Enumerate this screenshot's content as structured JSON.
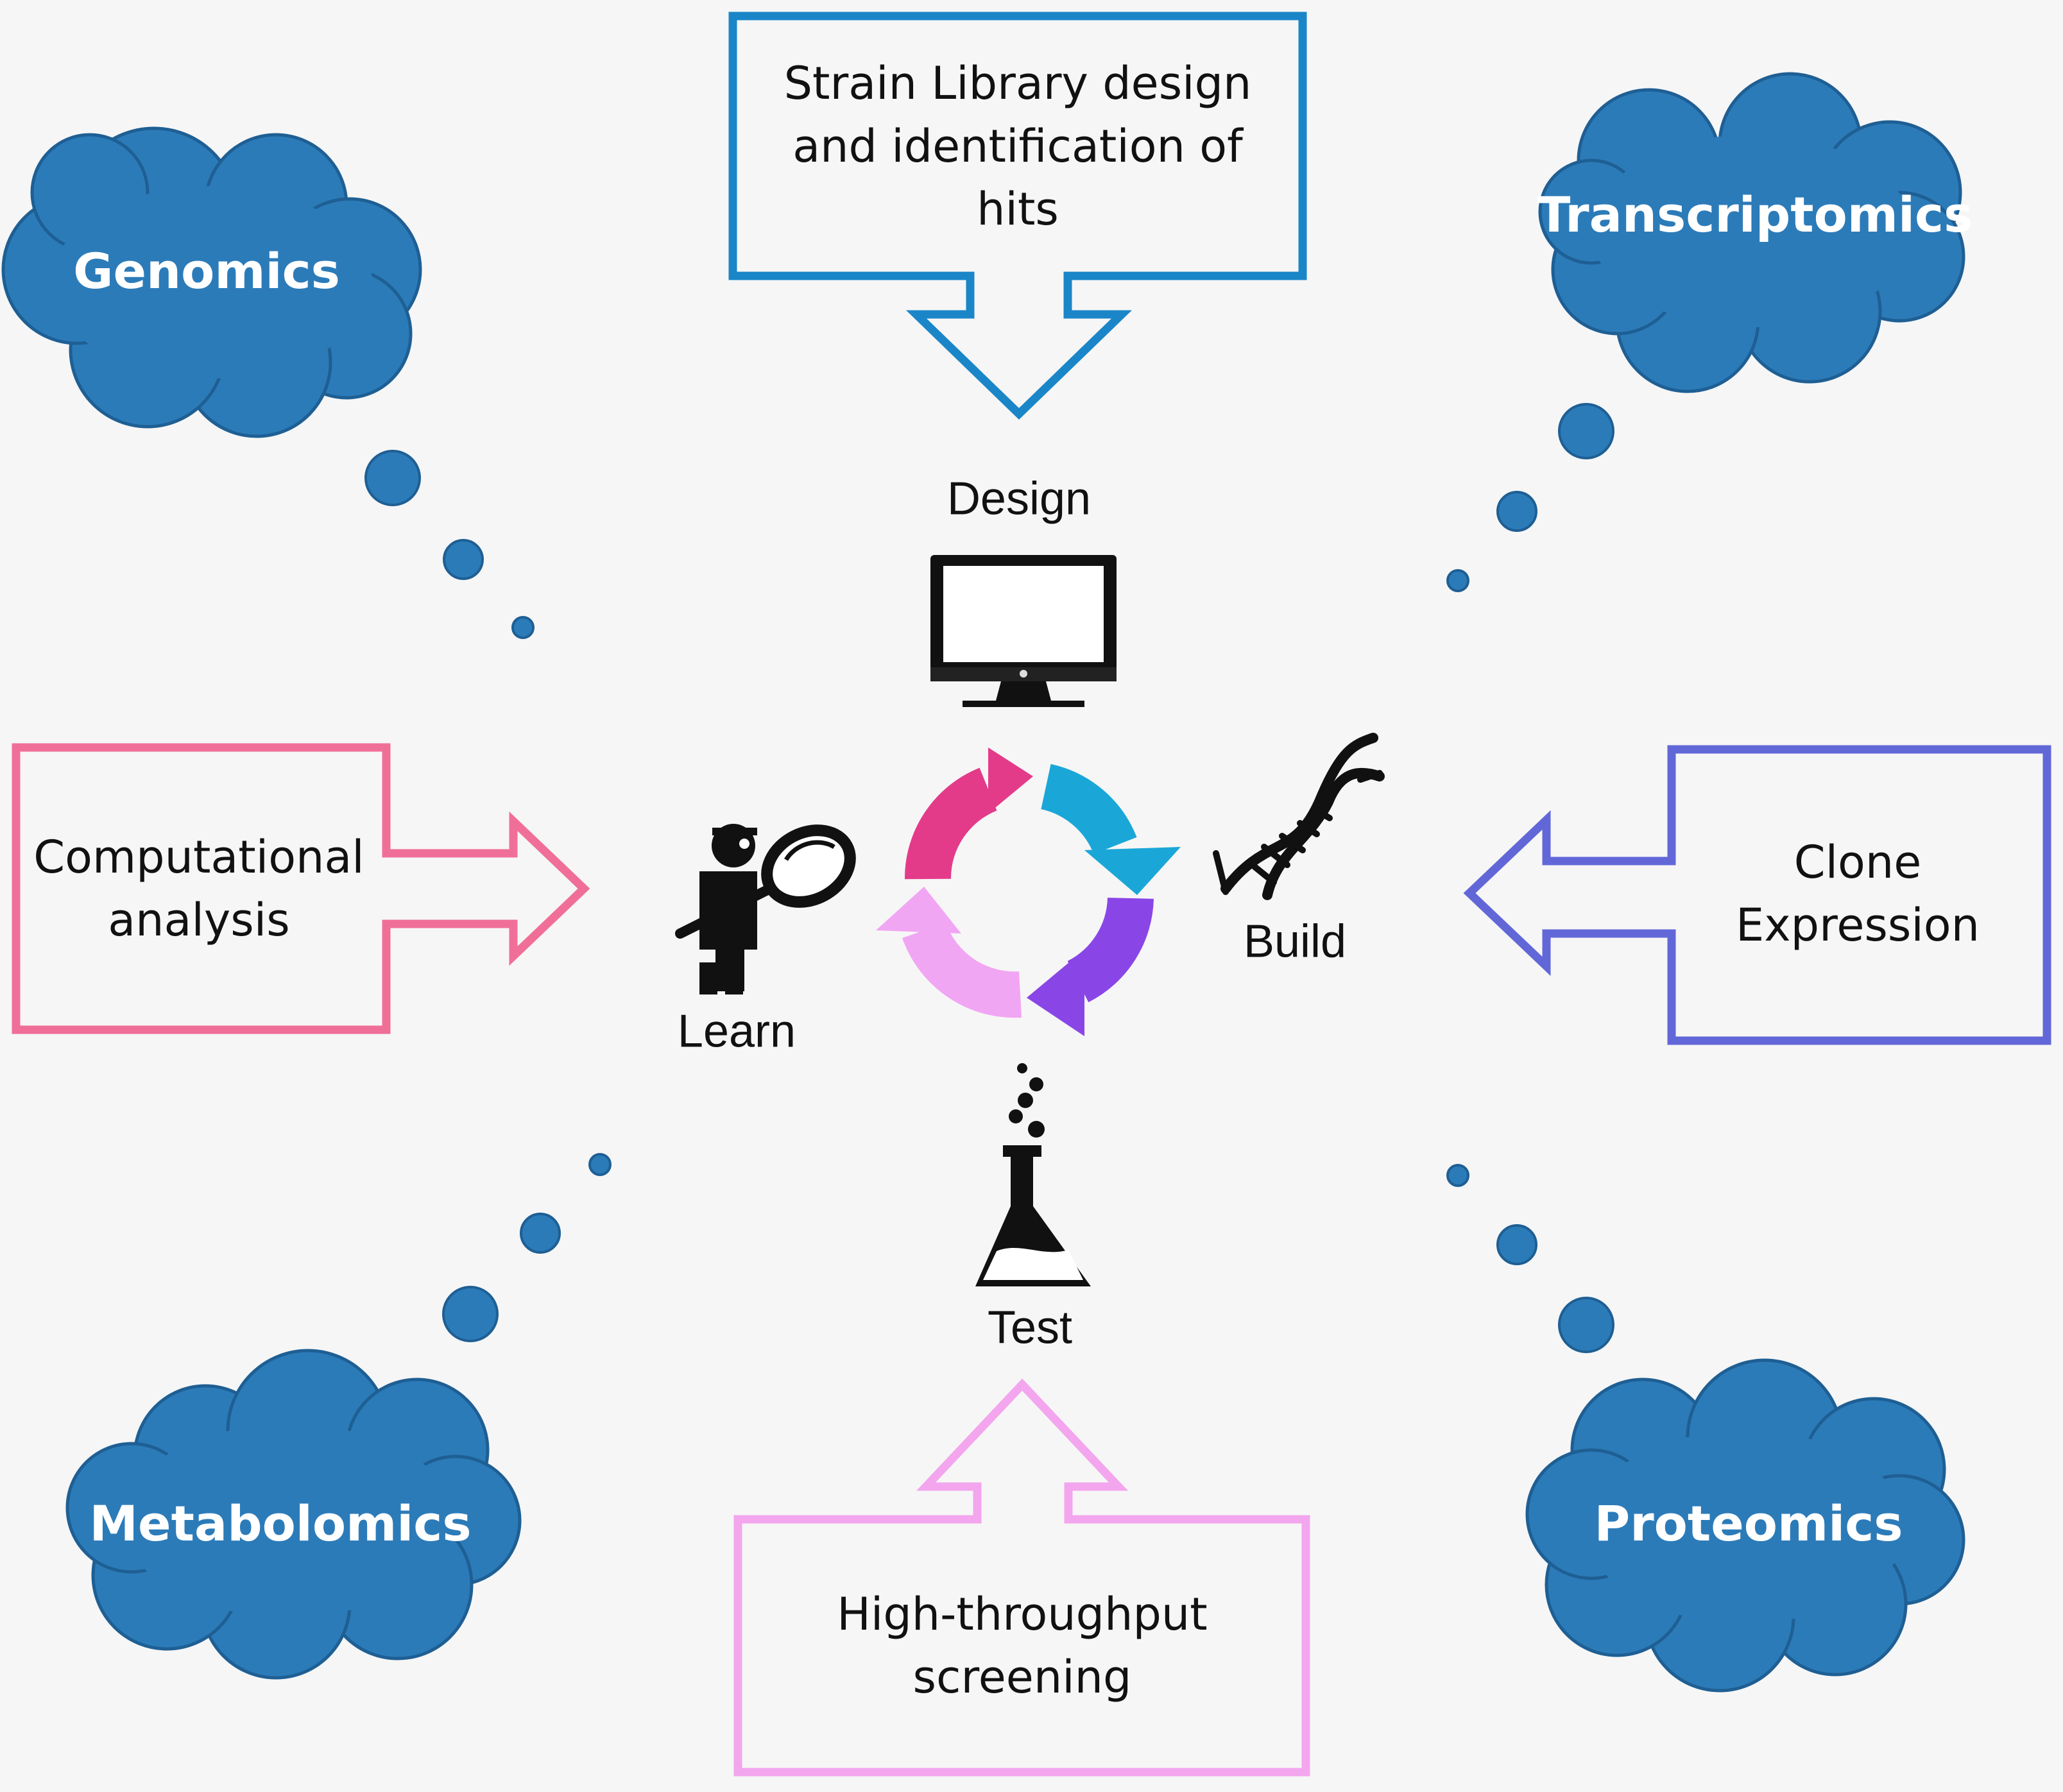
{
  "colors": {
    "cloud": "#2c7bb9",
    "cloud_stroke": "#1e5f94",
    "design_box": "#1a86c8",
    "learn_box": "#f06f98",
    "build_box": "#6267d8",
    "test_box": "#f3a6ee",
    "cycle_pink": "#e33b8a",
    "cycle_cyan": "#1aa7d8",
    "cycle_purple": "#8a45e6",
    "cycle_lilac": "#f1a6f3"
  },
  "boxes": {
    "design_input": [
      "Strain Library design",
      "and  identification of",
      "hits"
    ],
    "learn_input": [
      "Computational",
      "analysis"
    ],
    "build_input": [
      "Clone",
      "Expression"
    ],
    "test_input": [
      "High-throughput",
      "screening"
    ]
  },
  "stages": {
    "design": "Design",
    "build": "Build",
    "test": "Test",
    "learn": "Learn"
  },
  "omics": {
    "genomics": "Genomics",
    "transcriptomics": "Transcriptomics",
    "metabolomics": "Metabolomics",
    "proteomics": "Proteomics"
  },
  "icons": {
    "design": "computer-monitor-icon",
    "build": "dna-helix-icon",
    "test": "lab-flask-icon",
    "learn": "person-magnifier-icon",
    "cycle": "cycle-arrows-icon"
  }
}
